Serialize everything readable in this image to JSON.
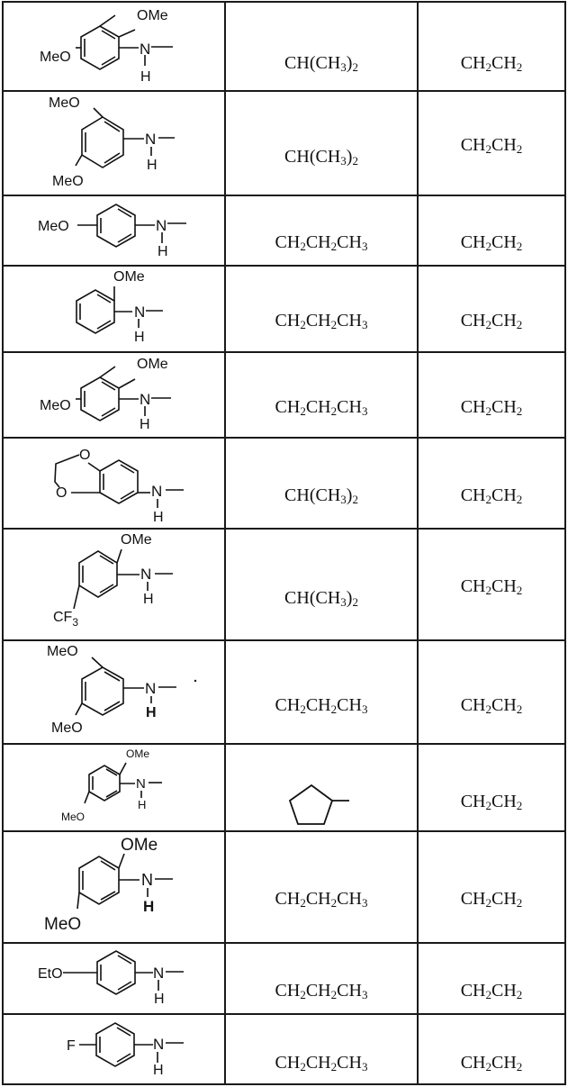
{
  "rows": [
    {
      "structure": {
        "substituents": [
          "OMe",
          "MeO"
        ],
        "amine": [
          "N",
          "H"
        ]
      },
      "r1": {
        "text": "CH(CH3)2"
      },
      "r2": {
        "text": "CH2CH2"
      }
    },
    {
      "structure": {
        "substituents": [
          "MeO",
          "MeO"
        ],
        "amine": [
          "N",
          "H"
        ]
      },
      "r1": {
        "text": "CH(CH3)2"
      },
      "r2": {
        "text": "CH2CH2"
      }
    },
    {
      "structure": {
        "substituents": [
          "MeO"
        ],
        "amine": [
          "N",
          "H"
        ]
      },
      "r1": {
        "text": "CH2CH2CH3"
      },
      "r2": {
        "text": "CH2CH2"
      }
    },
    {
      "structure": {
        "substituents": [
          "OMe"
        ],
        "amine": [
          "N",
          "H"
        ]
      },
      "r1": {
        "text": "CH2CH2CH3"
      },
      "r2": {
        "text": "CH2CH2"
      }
    },
    {
      "structure": {
        "substituents": [
          "OMe",
          "MeO"
        ],
        "amine": [
          "N",
          "H"
        ]
      },
      "r1": {
        "text": "CH2CH2CH3"
      },
      "r2": {
        "text": "CH2CH2"
      }
    },
    {
      "structure": {
        "substituents": [
          "O",
          "O"
        ],
        "amine": [
          "N",
          "H"
        ]
      },
      "r1": {
        "text": "CH(CH3)2"
      },
      "r2": {
        "text": "CH2CH2"
      }
    },
    {
      "structure": {
        "substituents": [
          "OMe",
          "CF3"
        ],
        "amine": [
          "N",
          "H"
        ]
      },
      "r1": {
        "text": "CH(CH3)2"
      },
      "r2": {
        "text": "CH2CH2"
      }
    },
    {
      "structure": {
        "substituents": [
          "MeO",
          "MeO"
        ],
        "amine": [
          "N",
          "H"
        ]
      },
      "r1": {
        "text": "CH2CH2CH3"
      },
      "r2": {
        "text": "CH2CH2"
      }
    },
    {
      "structure": {
        "substituents": [
          "OMe",
          "MeO"
        ],
        "amine": [
          "N",
          "H"
        ]
      },
      "r1": {
        "text": ""
      },
      "r2": {
        "text": "CH2CH2"
      }
    },
    {
      "structure": {
        "substituents": [
          "OMe",
          "MeO"
        ],
        "amine": [
          "N",
          "H"
        ]
      },
      "r1": {
        "text": "CH2CH2CH3"
      },
      "r2": {
        "text": "CH2CH2"
      }
    },
    {
      "structure": {
        "substituents": [
          "EtO"
        ],
        "amine": [
          "N",
          "H"
        ]
      },
      "r1": {
        "text": "CH2CH2CH3"
      },
      "r2": {
        "text": "CH2CH2"
      }
    },
    {
      "structure": {
        "substituents": [
          "F"
        ],
        "amine": [
          "N",
          "H"
        ]
      },
      "r1": {
        "text": "CH2CH2CH3"
      },
      "r2": {
        "text": "CH2CH2"
      }
    }
  ]
}
